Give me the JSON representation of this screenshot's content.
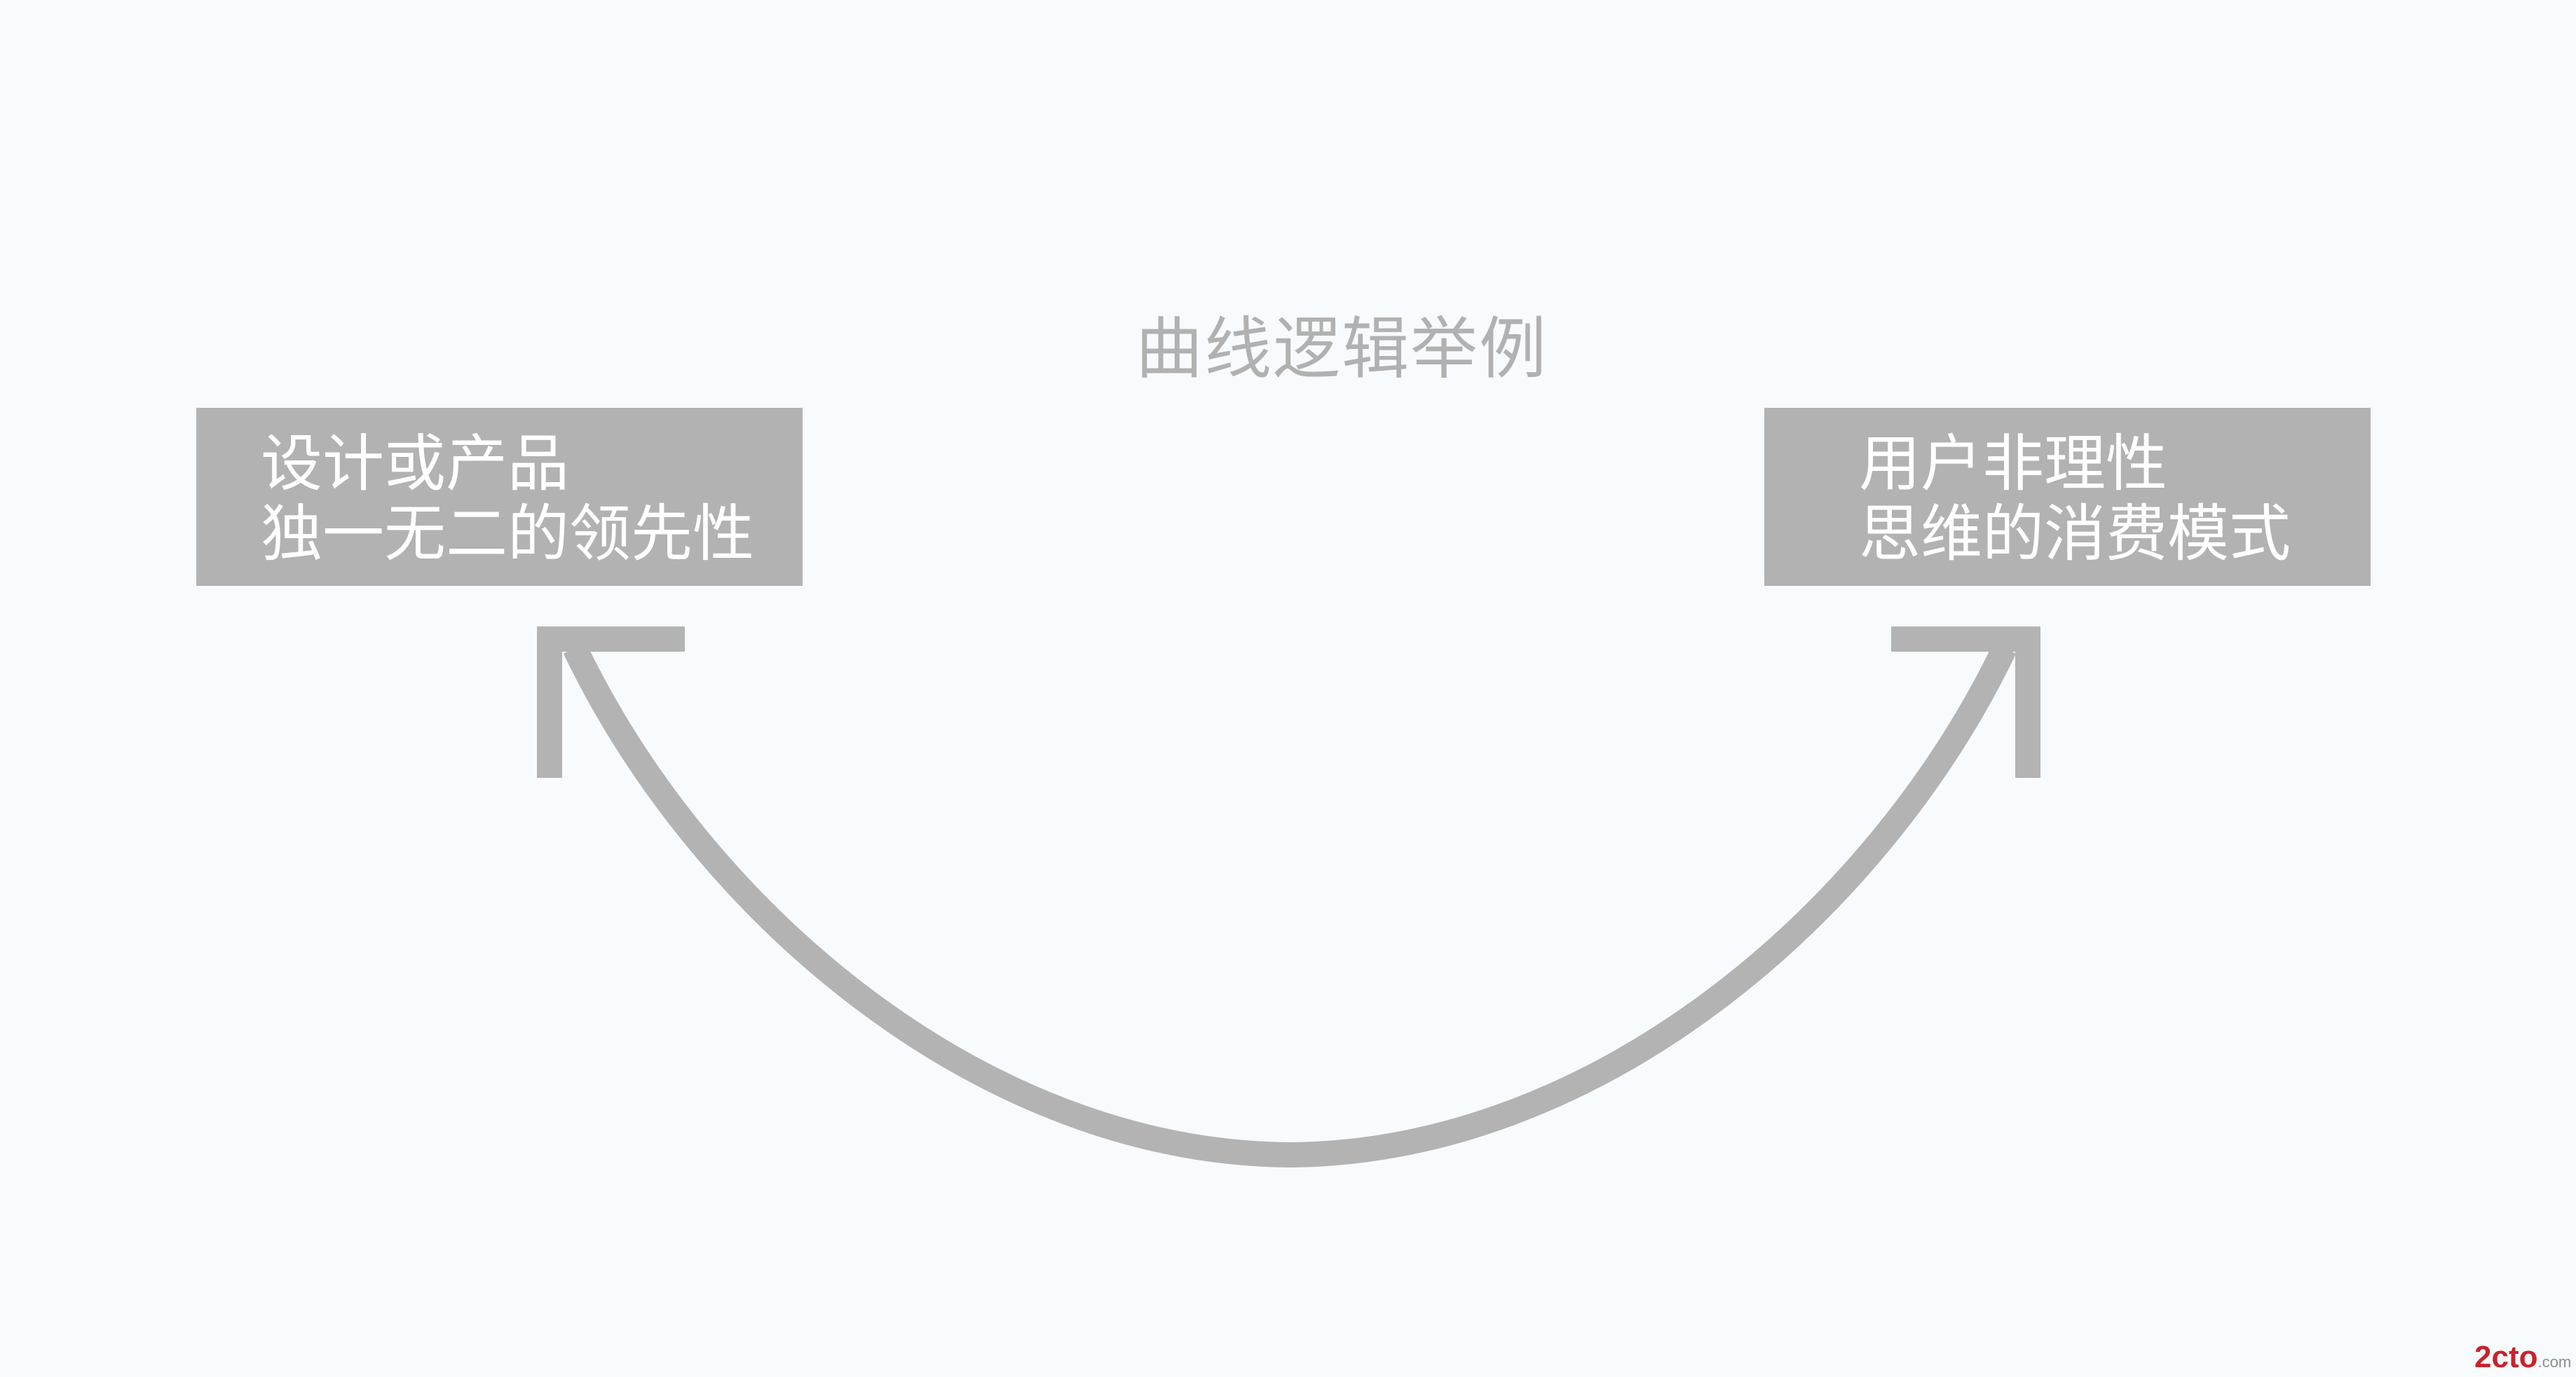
{
  "title": "曲线逻辑举例",
  "left_box": {
    "line1": "设计或产品",
    "line2": "独一无二的领先性"
  },
  "right_box": {
    "line1": "用户非理性",
    "line2": "思维的消费模式"
  },
  "colors": {
    "background": "#f8fbfd",
    "box_fill": "#b2b2b2",
    "arrow": "#b3b3b3",
    "title_text": "#b1b1b1",
    "watermark": "#c8232c"
  },
  "connector": {
    "type": "double-headed curved arrow",
    "icon": "curved-arrow-icon"
  },
  "watermark": {
    "text": "2cto",
    "suffix": ".com"
  }
}
